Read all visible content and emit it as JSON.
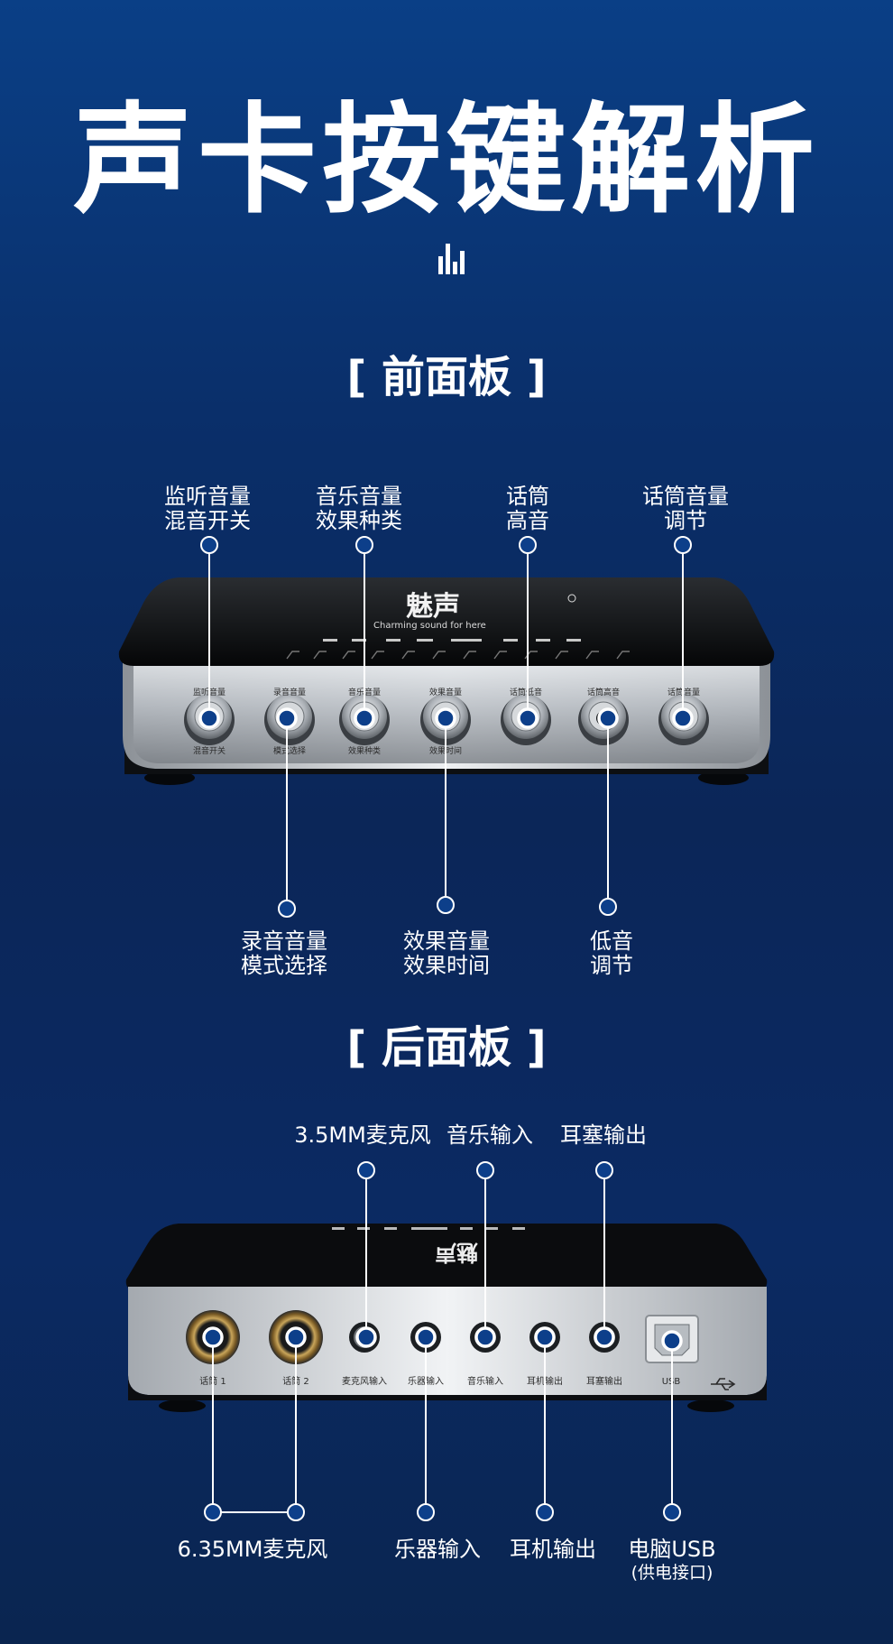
{
  "title": "声卡按键解析",
  "sections": {
    "front": "[ 前面板 ]",
    "back": "[ 后面板 ]"
  },
  "front_panel": {
    "brand": "魅声",
    "slogan": "Charming sound for here",
    "top_labels": [
      [
        "监听音量",
        "混音开关"
      ],
      [
        "音乐音量",
        "效果种类"
      ],
      [
        "话筒",
        "高音"
      ],
      [
        "话筒音量",
        "调节"
      ]
    ],
    "bottom_labels": [
      [
        "录音音量",
        "模式选择"
      ],
      [
        "效果音量",
        "效果时间"
      ],
      [
        "低音",
        "调节"
      ]
    ],
    "knob_top_text": [
      "监听音量",
      "录音音量",
      "音乐音量",
      "效果音量",
      "话筒低音",
      "话筒高音",
      "话筒音量"
    ],
    "knob_bottom_text": [
      "混音开关",
      "模式选择",
      "效果种类",
      "效果时间",
      "",
      "",
      ""
    ]
  },
  "back_panel": {
    "top_labels": [
      "3.5MM麦克风",
      "音乐输入",
      "耳塞输出"
    ],
    "bottom_labels": [
      "6.35MM麦克风",
      "乐器输入",
      "耳机输出",
      "电脑USB"
    ],
    "usb_note": "(供电接口)",
    "port_text": [
      "话筒 1",
      "话筒 2",
      "麦克风输入",
      "乐器输入",
      "音乐输入",
      "耳机输出",
      "耳塞输出",
      "USB"
    ]
  },
  "colors": {
    "accent_blue": "#0d3f8a",
    "line": "#ffffff"
  }
}
